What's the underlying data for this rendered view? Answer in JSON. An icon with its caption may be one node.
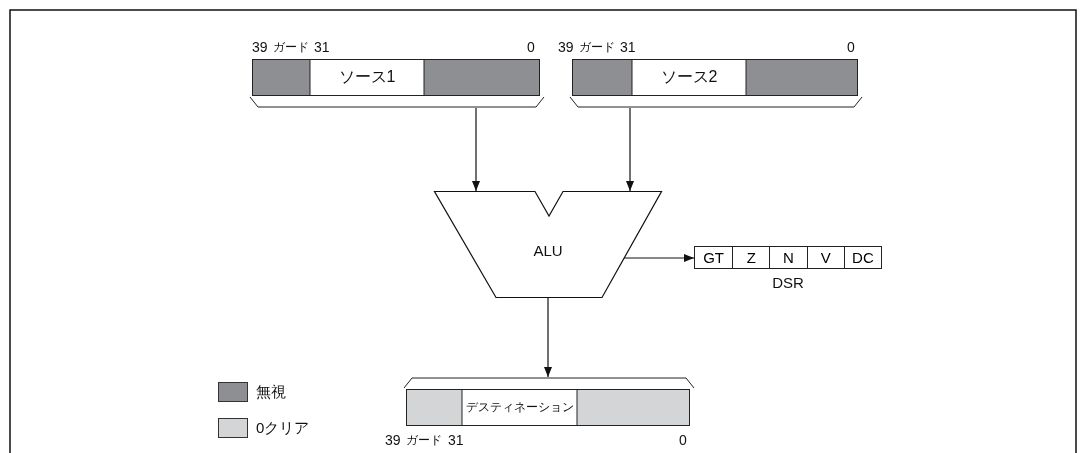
{
  "diagram": {
    "nodes": [
      {
        "text": [
          "ソース1"
        ]
      },
      {
        "text": [
          "ソース2"
        ]
      },
      {
        "text": [
          "ALU"
        ]
      },
      {
        "text": [
          "GT",
          "Z",
          "N",
          "V",
          "DC"
        ],
        "beside": [
          "DSR"
        ]
      },
      {
        "text": [
          "デスティネーション"
        ]
      }
    ],
    "edges": [
      {
        "from": 0,
        "to": 2,
        "arrow": "to"
      },
      {
        "from": 1,
        "to": 2,
        "arrow": "to"
      },
      {
        "from": 2,
        "to": 3,
        "arrow": "to"
      },
      {
        "from": 2,
        "to": 4,
        "arrow": "to"
      }
    ],
    "labels": [
      "39",
      "ガード",
      "31",
      "0",
      "39",
      "ガード",
      "31",
      "0",
      "39",
      "ガード",
      "31",
      "0"
    ],
    "legend": [
      {
        "text": "無視",
        "color": "#8e8f93"
      },
      {
        "text": "0クリア",
        "color": "#d4d5d7"
      }
    ]
  }
}
